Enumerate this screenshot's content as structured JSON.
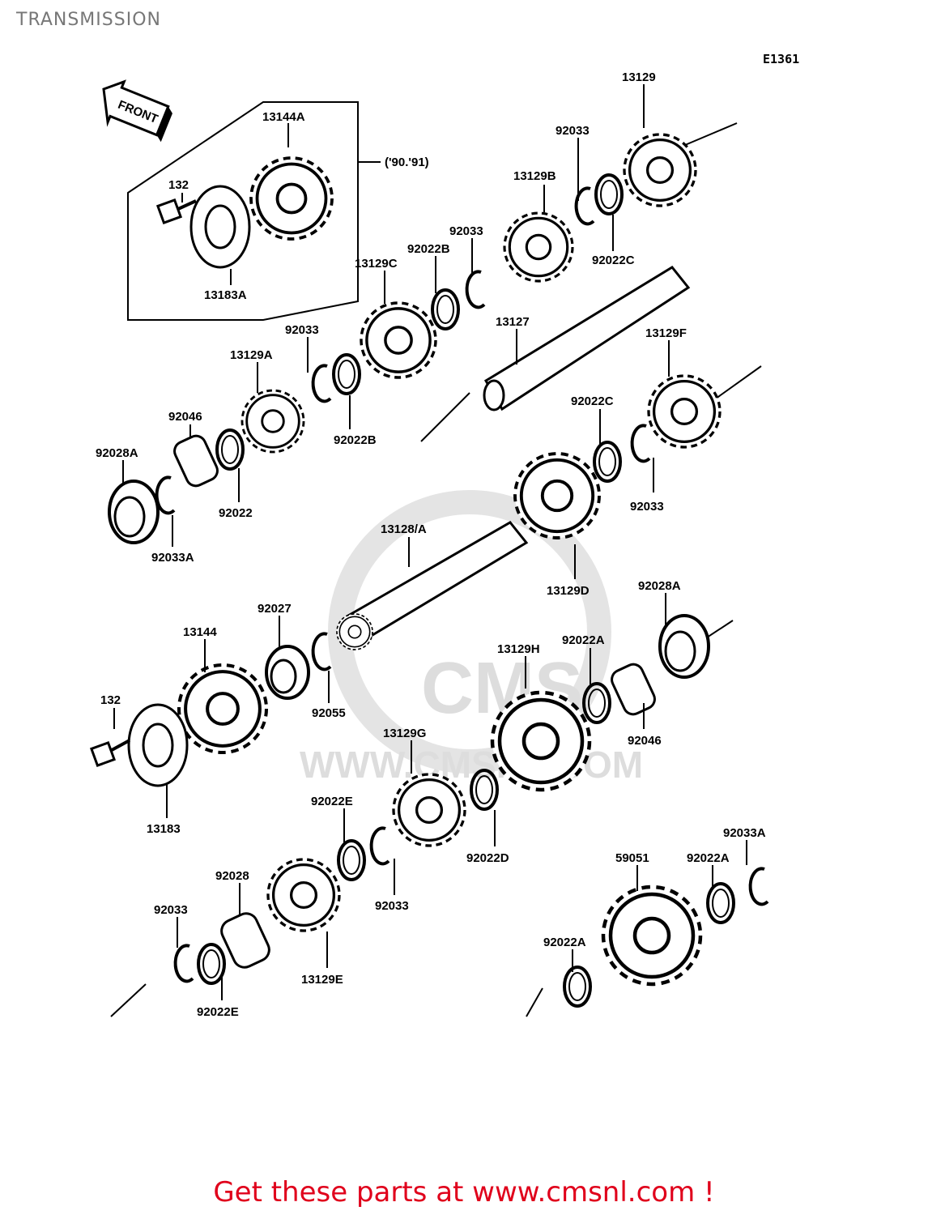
{
  "header": {
    "title": "TRANSMISSION",
    "figure_code": "E1361"
  },
  "front_tag": "FRONT",
  "year_note": "('90.'91)",
  "watermark": {
    "logo_text": "CMS",
    "url_text": "WWW.CMSNL.COM"
  },
  "footer": {
    "text": "Get these parts at www.cmsnl.com !"
  },
  "parts": {
    "p13129": "13129",
    "p92033_a": "92033",
    "p13129B": "13129B",
    "p92033_b": "92033",
    "p92022B_a": "92022B",
    "p92022C_a": "92022C",
    "p13144A": "13144A",
    "p132_a": "132",
    "p13183A": "13183A",
    "p13129C": "13129C",
    "p92033_c": "92033",
    "p13129A": "13129A",
    "p92022B_b": "92022B",
    "p13127": "13127",
    "p13129F": "13129F",
    "p92022C_b": "92022C",
    "p92033_d": "92033",
    "p92046_a": "92046",
    "p92028A_a": "92028A",
    "p92022": "92022",
    "p92033A_a": "92033A",
    "p13128A": "13128/A",
    "p13129D": "13129D",
    "p92028A_b": "92028A",
    "p92027": "92027",
    "p13144": "13144",
    "p92022A_a": "92022A",
    "p13129H": "13129H",
    "p92055": "92055",
    "p132_b": "132",
    "p92046_b": "92046",
    "p13129G": "13129G",
    "p13183": "13183",
    "p92022E_a": "92022E",
    "p92033A_b": "92033A",
    "p59051": "59051",
    "p92022A_b": "92022A",
    "p92028": "92028",
    "p92022D": "92022D",
    "p92033_e": "92033",
    "p92033_f": "92033",
    "p13129E": "13129E",
    "p92022A_c": "92022A",
    "p92022E_b": "92022E"
  },
  "colors": {
    "footer": "#e0001b",
    "title": "#777777",
    "watermark": "#dddddd"
  }
}
